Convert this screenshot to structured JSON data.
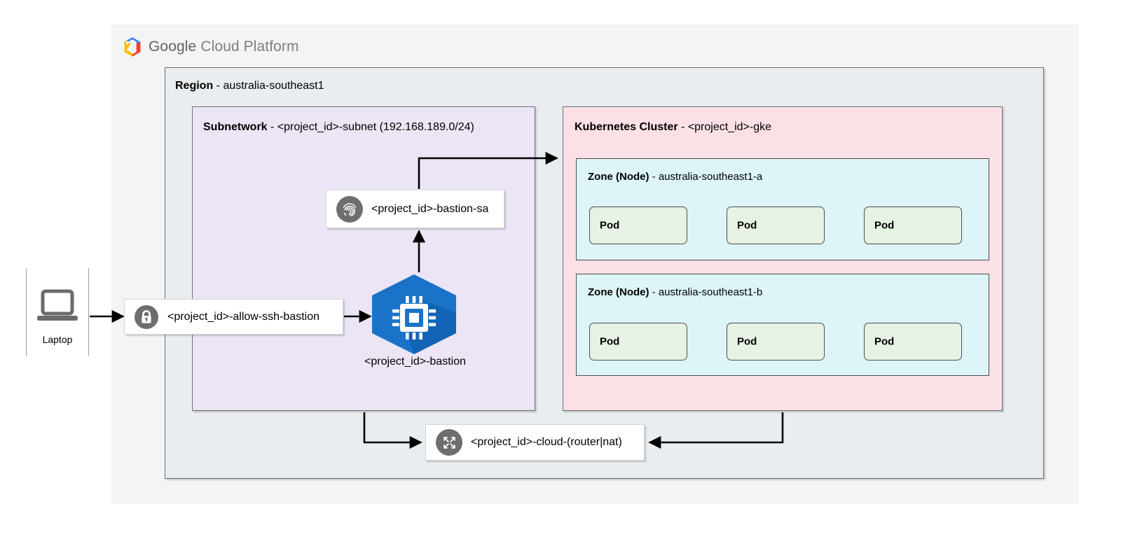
{
  "brand": {
    "logo_icon": "gcp-hexagon-logo",
    "name_bold": "Google",
    "name_light": "Cloud Platform"
  },
  "region": {
    "label": "Region",
    "separator": " - ",
    "value": "australia-southeast1"
  },
  "subnetwork": {
    "label": "Subnetwork",
    "separator": " - ",
    "value": "<project_id>-subnet (192.168.189.0/24)"
  },
  "cluster": {
    "label": "Kubernetes Cluster",
    "separator": " - ",
    "value": "<project_id>-gke",
    "zones": [
      {
        "label": "Zone (Node)",
        "separator": " - ",
        "value": "australia-southeast1-a",
        "pods": [
          "Pod",
          "Pod",
          "Pod"
        ]
      },
      {
        "label": "Zone (Node)",
        "separator": " - ",
        "value": "australia-southeast1-b",
        "pods": [
          "Pod",
          "Pod",
          "Pod"
        ]
      }
    ]
  },
  "nodes": {
    "laptop": {
      "label": "Laptop",
      "icon": "laptop-icon"
    },
    "firewall": {
      "label": "<project_id>-allow-ssh-bastion",
      "icon": "lock-icon"
    },
    "service_account": {
      "label": "<project_id>-bastion-sa",
      "icon": "fingerprint-icon"
    },
    "bastion": {
      "label": "<project_id>-bastion",
      "icon": "compute-engine-icon"
    },
    "router_nat": {
      "label": "<project_id>-cloud-(router|nat)",
      "icon": "router-nat-icon"
    }
  },
  "colors": {
    "page_background": "#ffffff",
    "gcp_panel": "#f4f4f4",
    "region_fill": "#e9edf0",
    "subnetwork_fill": "#ece5f5",
    "cluster_fill": "#fbe0e6",
    "zone_fill": "#ddf5f7",
    "pod_fill": "#e6f2e4",
    "node_card_fill": "#ffffff",
    "icon_circle": "#6e6e6e",
    "compute_blue": "#1a73c8",
    "compute_blue_dark": "#0f4ea8",
    "border_gray": "#6b6f73",
    "edge_stroke": "#000000",
    "logo_blue": "#4285f4",
    "logo_red": "#ea4335",
    "logo_yellow": "#fbbc05"
  }
}
